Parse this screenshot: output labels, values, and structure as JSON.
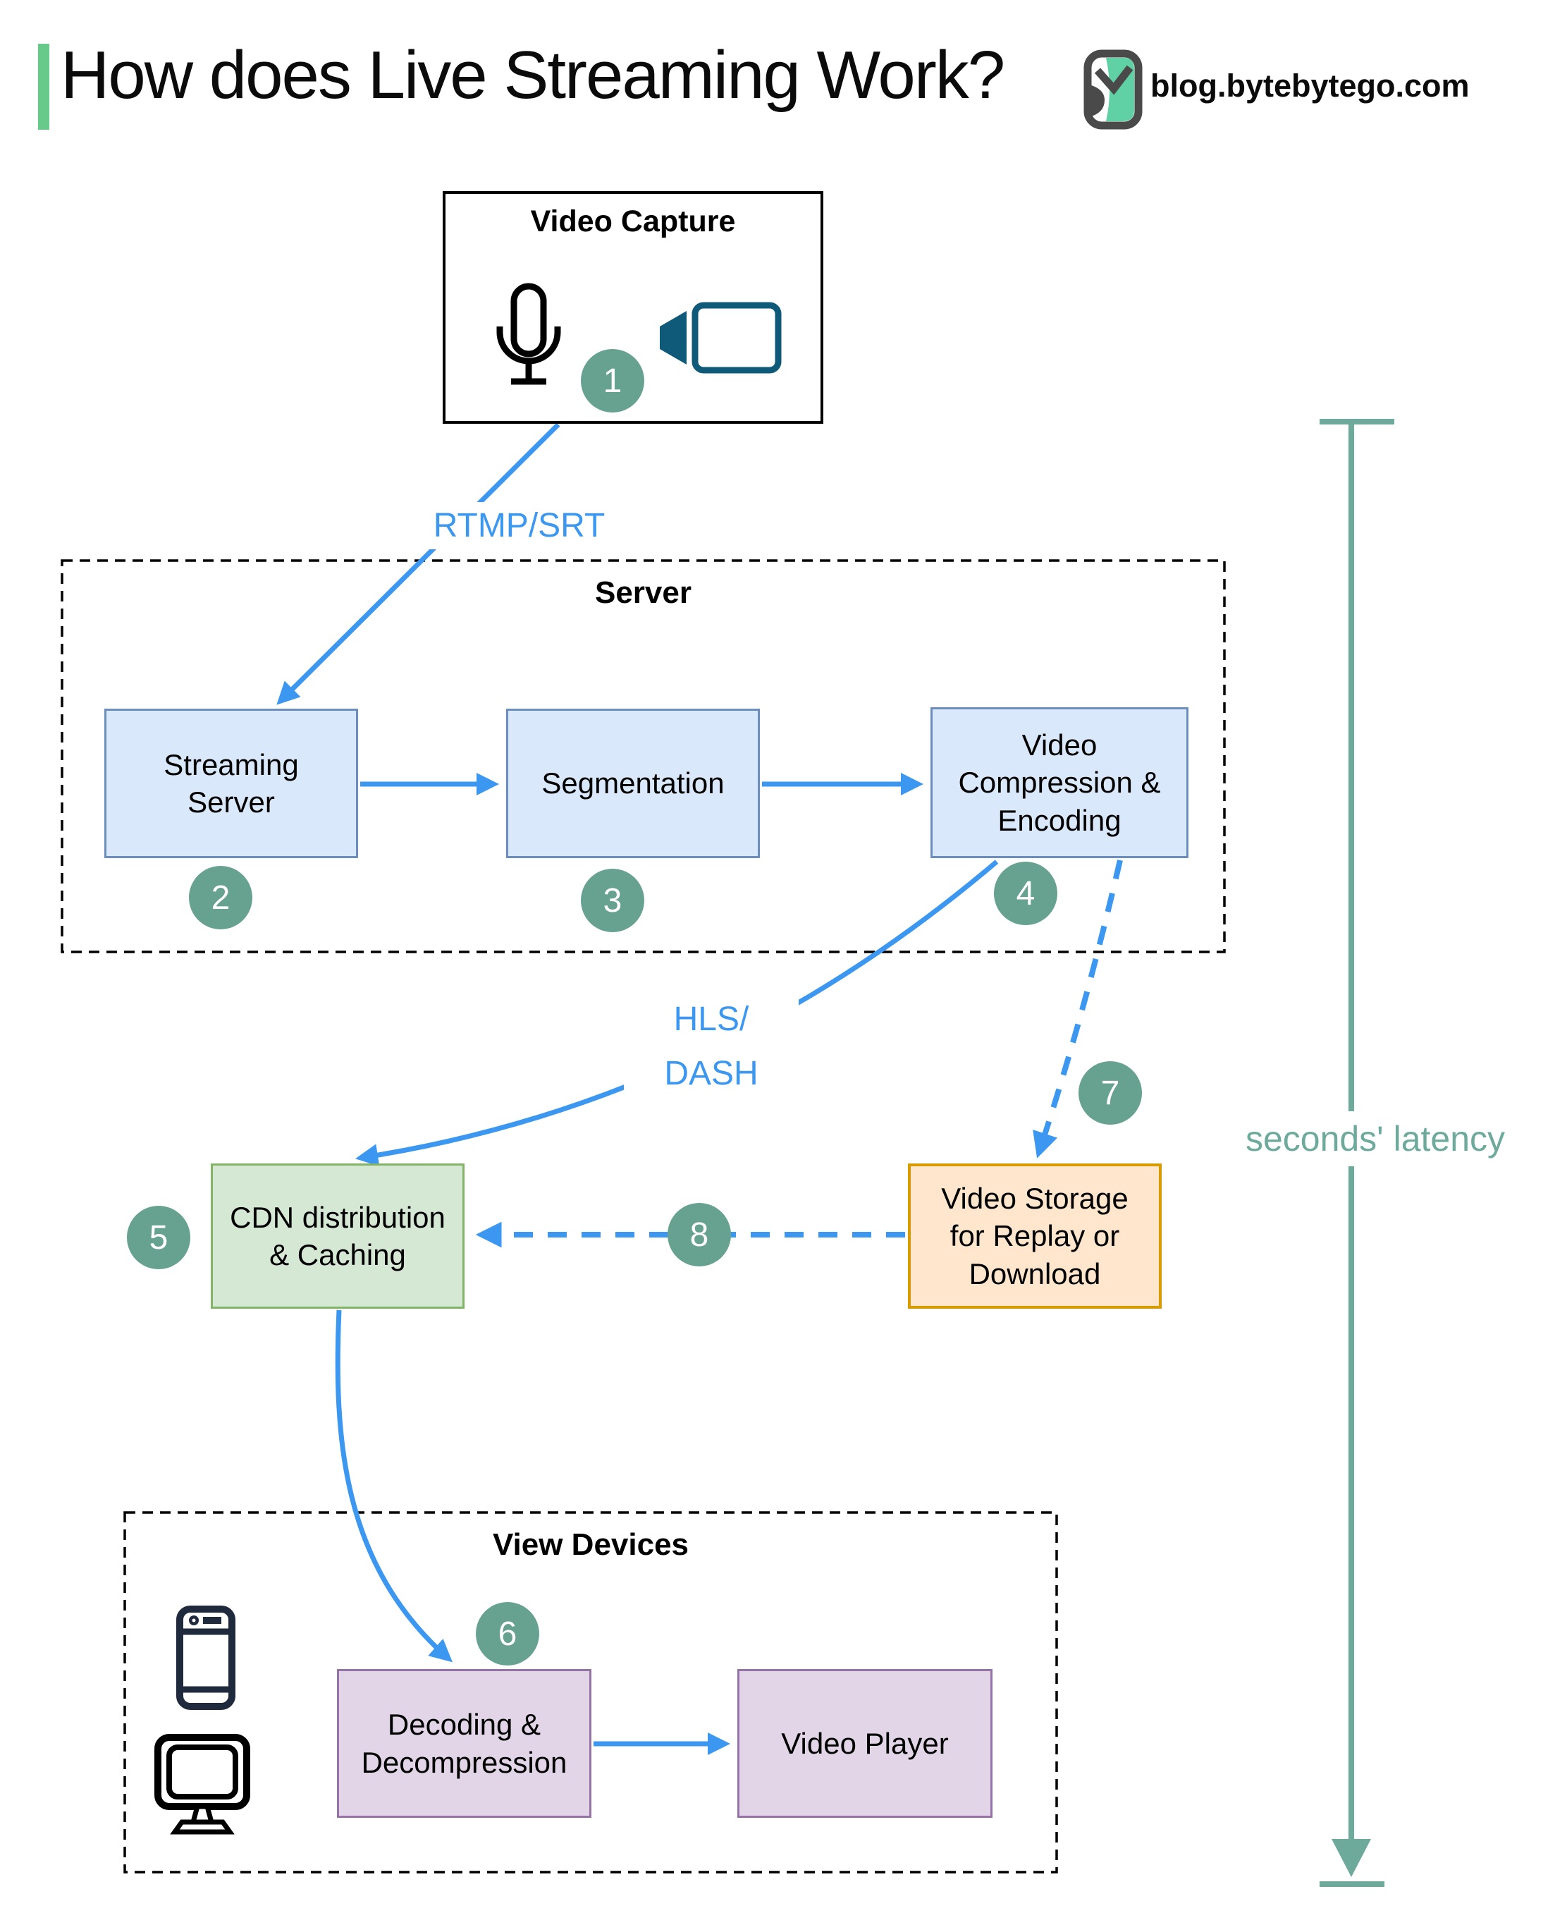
{
  "header": {
    "title": "How does Live Streaming Work?",
    "site": "blog.bytebytego.com"
  },
  "groups": {
    "server_label": "Server",
    "view_devices_label": "View Devices"
  },
  "nodes": {
    "video_capture": "Video Capture",
    "streaming_server": "Streaming\nServer",
    "segmentation": "Segmentation",
    "video_compression": "Video\nCompression &\nEncoding",
    "cdn": "CDN distribution\n& Caching",
    "video_storage": "Video Storage\nfor Replay or\nDownload",
    "decoding": "Decoding &\nDecompression",
    "video_player": "Video Player"
  },
  "edge_labels": {
    "rtmp": "RTMP/SRT",
    "hls": "HLS/\nDASH",
    "latency": "seconds' latency"
  },
  "steps": [
    "1",
    "2",
    "3",
    "4",
    "5",
    "6",
    "7",
    "8"
  ],
  "icons": {
    "logo": "bytebytego-logo",
    "microphone": "microphone-icon",
    "camera": "video-camera-icon",
    "phone": "smartphone-icon",
    "monitor": "desktop-monitor-icon"
  },
  "colors": {
    "accent_blue": "#3B97F0",
    "latency_teal": "#6EAA9B",
    "step_circle_teal": "#67A291",
    "title_bar_green": "#67C98A",
    "logo_green": "#5FD1A5",
    "node_blue_fill": "#DAE8FC",
    "node_blue_border": "#6C8EBF",
    "node_green_fill": "#D5E8D4",
    "node_green_border": "#82B366",
    "node_orange_fill": "#FFE6CC",
    "node_orange_border": "#D79B00",
    "node_purple_fill": "#E1D5E7",
    "node_purple_border": "#9673A6",
    "camera_icon_teal": "#0E5A78"
  }
}
